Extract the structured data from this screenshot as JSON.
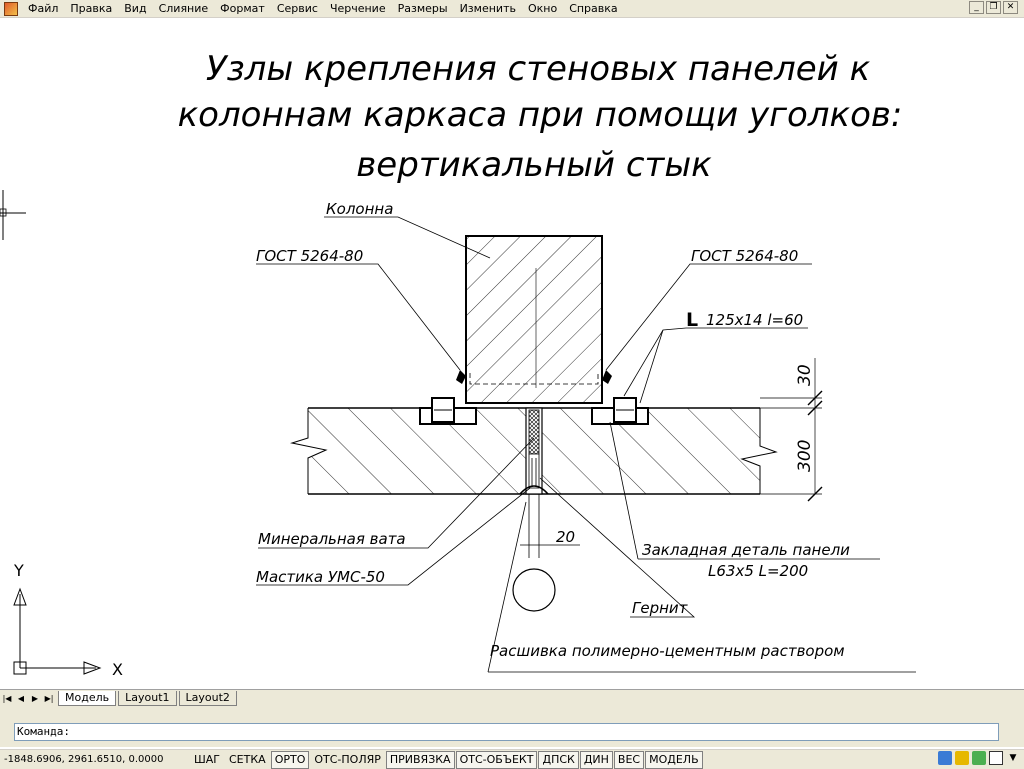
{
  "menu": {
    "items": [
      "Файл",
      "Правка",
      "Вид",
      "Слияние",
      "Формат",
      "Сервис",
      "Черчение",
      "Размеры",
      "Изменить",
      "Окно",
      "Справка"
    ]
  },
  "drawing": {
    "title_lines": [
      "Узлы крепления стеновых панелей к",
      "колоннам каркаса при помощи уголков:",
      "вертикальный стык"
    ],
    "labels": {
      "column": "Колонна",
      "gost_left": "ГОСТ 5264-80",
      "gost_right": "ГОСТ 5264-80",
      "angle": "125x14  l=60",
      "angle_symbol": "L",
      "dim_30": "30",
      "dim_300": "300",
      "dim_20": "20",
      "mineral_wool": "Минеральная вата",
      "mastic": "Мастика УМС-50",
      "embedded_part": "Закладная деталь панели",
      "embedded_part_spec": "L63x5  L=200",
      "gernit": "Гернит",
      "grouting": "Расшивка полимерно-цементным раствором"
    },
    "ucs": {
      "y": "Y",
      "x": "X"
    }
  },
  "tabs": {
    "items": [
      "Модель",
      "Layout1",
      "Layout2"
    ],
    "active": "Модель"
  },
  "command": {
    "prompt": "Команда:"
  },
  "status": {
    "coords": "-1848.6906, 2961.6510, 0.0000",
    "buttons": [
      {
        "label": "ШАГ",
        "on": false
      },
      {
        "label": "СЕТКА",
        "on": false
      },
      {
        "label": "ОРТО",
        "on": true
      },
      {
        "label": "ОТС-ПОЛЯР",
        "on": false
      },
      {
        "label": "ПРИВЯЗКА",
        "on": true
      },
      {
        "label": "ОТС-ОБЪЕКТ",
        "on": true
      },
      {
        "label": "ДПСК",
        "on": true
      },
      {
        "label": "ДИН",
        "on": true
      },
      {
        "label": "ВЕС",
        "on": true
      },
      {
        "label": "МОДЕЛЬ",
        "on": true
      }
    ]
  }
}
